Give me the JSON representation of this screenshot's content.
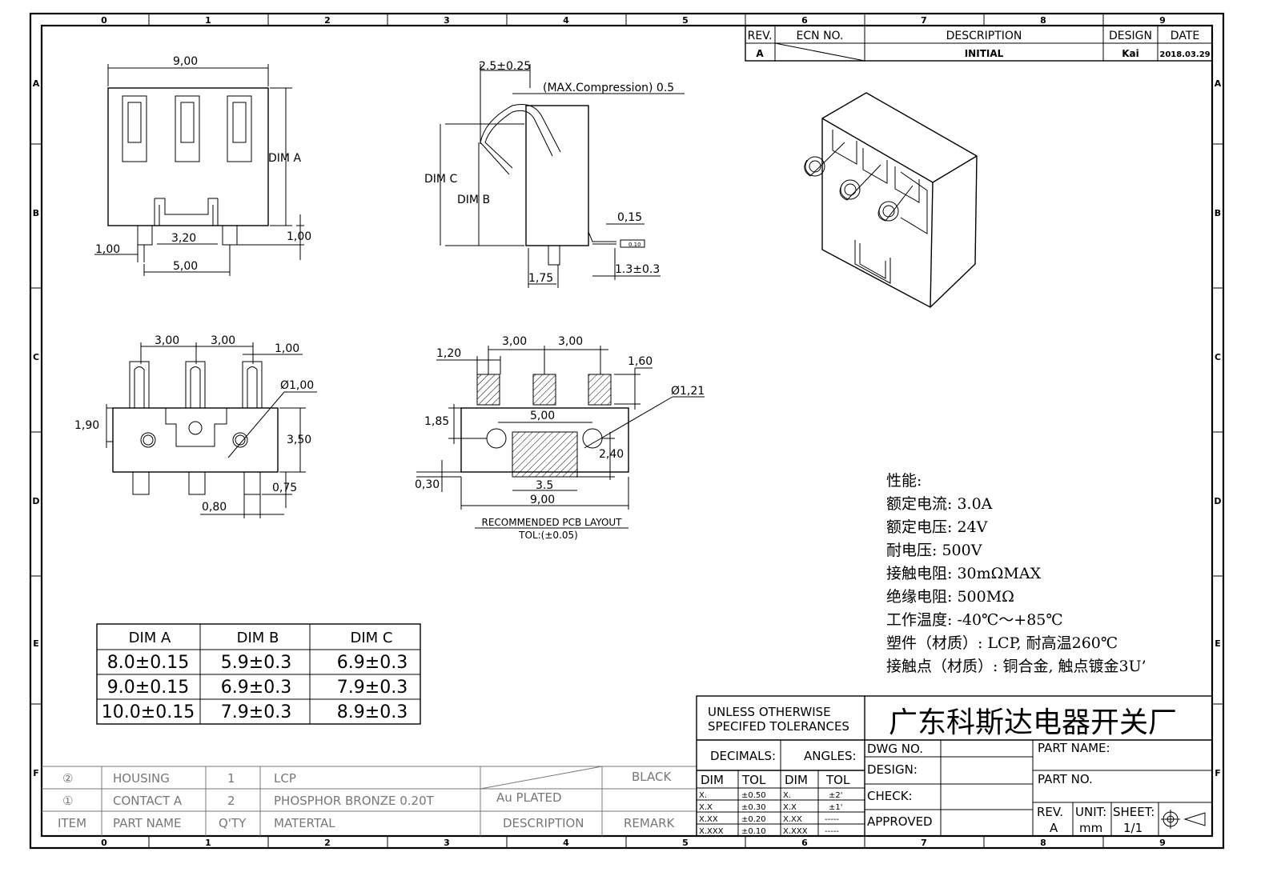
{
  "border": {
    "columns": [
      "0",
      "1",
      "2",
      "3",
      "4",
      "5",
      "6",
      "7",
      "8",
      "9"
    ],
    "rows": [
      "A",
      "B",
      "C",
      "D",
      "E",
      "F"
    ]
  },
  "revision_block": {
    "headers": {
      "rev": "REV.",
      "ecn": "ECN NO.",
      "description": "DESCRIPTION",
      "design": "DESIGN",
      "date": "DATE"
    },
    "row": {
      "rev": "A",
      "description": "INITIAL",
      "design": "Kai",
      "date": "2018.03.29"
    }
  },
  "front_view": {
    "width": "9,00",
    "dim_a": "DIM A",
    "d_320": "3,20",
    "d_100_left": "1,00",
    "d_100_right": "1,00",
    "d_500": "5,00"
  },
  "side_view": {
    "d_25": "2.5±0.25",
    "max_compression": "(MAX.Compression) 0.5",
    "dim_c": "DIM C",
    "dim_b": "DIM B",
    "d_015": "0,15",
    "flatness": "0.10",
    "d_13": "1.3±0.3",
    "d_175": "1,75"
  },
  "bottom_view": {
    "d_300_a": "3,00",
    "d_300_b": "3,00",
    "d_100": "1,00",
    "d_phi100": "Ø1,00",
    "d_190": "1,90",
    "d_350": "3,50",
    "d_075": "0,75",
    "d_080": "0,80"
  },
  "pcb_layout": {
    "d_120": "1,20",
    "d_300_a": "3,00",
    "d_300_b": "3,00",
    "d_160": "1,60",
    "d_phi121": "Ø1,21",
    "d_500": "5,00",
    "d_185": "1,85",
    "d_240": "2,40",
    "d_030": "0,30",
    "d_35": "3.5",
    "d_900": "9,00",
    "caption": "RECOMMENDED PCB LAYOUT",
    "tolerance": "TOL:(±0.05)"
  },
  "specs": {
    "title": "性能:",
    "lines": [
      "额定电流: 3.0A",
      "额定电压: 24V",
      "耐电压: 500V",
      "接触电阻: 30mΩMAX",
      "绝缘电阻: 500MΩ",
      "工作温度: -40℃～+85℃",
      "塑件（材质）: LCP, 耐高温260℃",
      "接触点（材质）: 铜合金, 触点镀金3U’"
    ]
  },
  "dim_table": {
    "headers": [
      "DIM A",
      "DIM B",
      "DIM C"
    ],
    "rows": [
      [
        "8.0±0.15",
        "5.9±0.3",
        "6.9±0.3"
      ],
      [
        "9.0±0.15",
        "6.9±0.3",
        "7.9±0.3"
      ],
      [
        "10.0±0.15",
        "7.9±0.3",
        "8.9±0.3"
      ]
    ]
  },
  "bom": {
    "headers": {
      "item": "ITEM",
      "part_name": "PART NAME",
      "qty": "Q'TY",
      "material": "MATERTAL",
      "description": "DESCRIPTION",
      "remark": "REMARK"
    },
    "rows": [
      {
        "item": "②",
        "part_name": "HOUSING",
        "qty": "1",
        "material": "LCP",
        "description": "",
        "remark": "BLACK"
      },
      {
        "item": "①",
        "part_name": "CONTACT A",
        "qty": "2",
        "material": "PHOSPHOR BRONZE 0.20T",
        "description": "Au PLATED",
        "remark": ""
      }
    ]
  },
  "title_block": {
    "tolerance_note_1": "UNLESS OTHERWISE",
    "tolerance_note_2": "SPECIFED TOLERANCES",
    "company": "广东科斯达电器开关厂",
    "decimals": "DECIMALS:",
    "angles": "ANGLES:",
    "dim": "DIM",
    "tol": "TOL",
    "decimal_rows": [
      [
        "X.",
        "±0.50"
      ],
      [
        "X.X",
        "±0.30"
      ],
      [
        "X.XX",
        "±0.20"
      ],
      [
        "X.XXX",
        "±0.10"
      ]
    ],
    "angle_rows": [
      [
        "X.",
        "±2'"
      ],
      [
        "X.X",
        "±1'"
      ],
      [
        "X.XX",
        "-----"
      ],
      [
        "X.XXX",
        "-----"
      ]
    ],
    "dwg_no": "DWG NO.",
    "design": "DESIGN:",
    "check": "CHECK:",
    "approved": "APPROVED",
    "part_name": "PART NAME:",
    "part_no": "PART NO.",
    "rev_label": "REV.",
    "rev_value": "A",
    "unit_label": "UNIT:",
    "unit_value": "mm",
    "sheet_label": "SHEET:",
    "sheet_value": "1/1"
  }
}
